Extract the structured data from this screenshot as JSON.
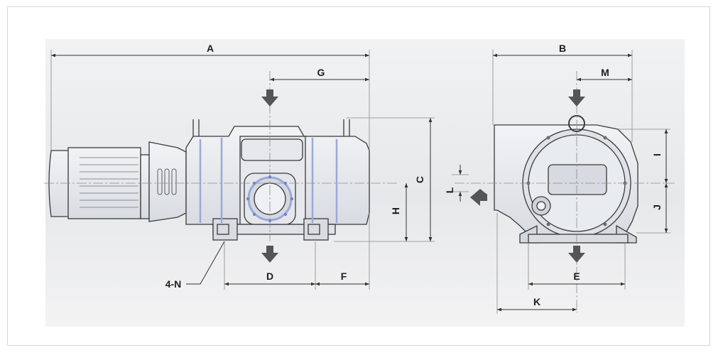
{
  "colors": {
    "line": "#3a3a3a",
    "body": "#e2e5e9",
    "accent": "#9aa8dc",
    "arrow": "#555555"
  },
  "labels": {
    "A": "A",
    "B": "B",
    "C": "C",
    "D": "D",
    "E": "E",
    "F": "F",
    "G": "G",
    "H": "H",
    "I": "I",
    "J": "J",
    "K": "K",
    "L": "L",
    "M": "M",
    "N": "4-N"
  }
}
